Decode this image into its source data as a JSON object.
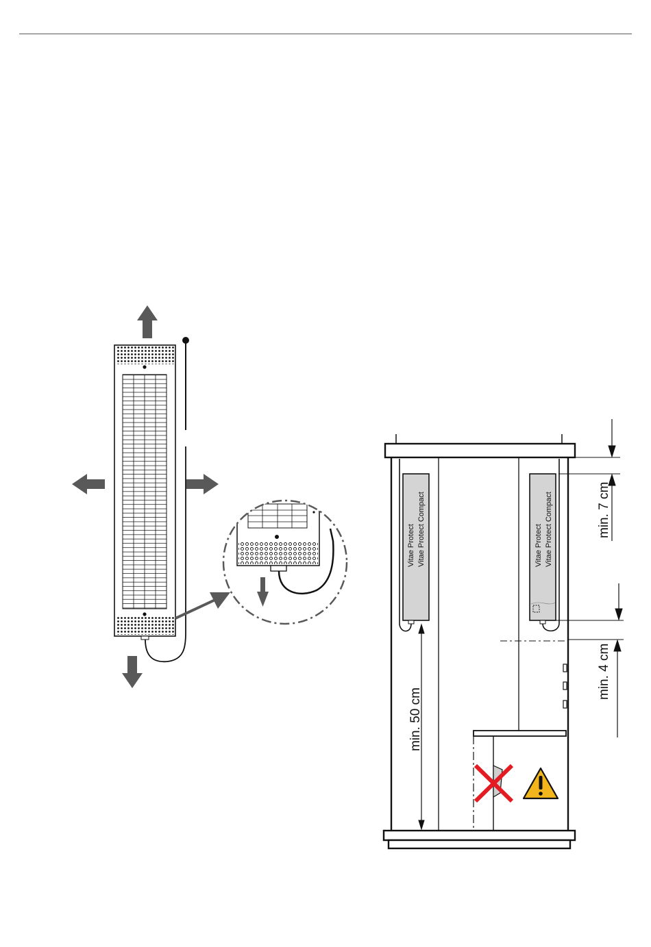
{
  "diagram": {
    "heater_labels": {
      "left_line1": "Vitae Protect",
      "left_line2": "Vitae Protect Compact",
      "right_line1": "Vitae Protect",
      "right_line2": "Vitae Protect Compact"
    },
    "dimensions": {
      "top_clearance": "min. 7 cm",
      "side_clearance": "min. 4 cm",
      "bottom_clearance": "min. 50 cm"
    },
    "colors": {
      "arrow": "#595959",
      "heater_fill": "#d4d4d4",
      "prohibited_cross": "#e31b23",
      "warning_fill": "#f2b51b",
      "line": "#111111"
    },
    "icons": [
      "airflow-arrow-icon",
      "prohibited-cross-icon",
      "warning-triangle-icon"
    ]
  }
}
